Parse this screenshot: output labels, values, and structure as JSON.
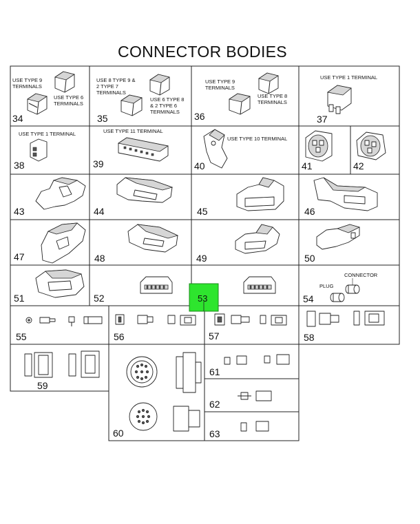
{
  "title": "CONNECTOR BODIES",
  "footer": "",
  "colors": {
    "highlight": "#2ee52e",
    "line": "#222222"
  },
  "cells": [
    {
      "id": "34",
      "notes": [
        "USE TYPE 9",
        "TERMINALS",
        "USE TYPE 6",
        "TERMINALS"
      ]
    },
    {
      "id": "35",
      "notes": [
        "USE 8 TYPE 9 &",
        "2 TYPE 7",
        "TERMINALS",
        "USE 6 TYPE 8",
        "& 2 TYPE 6",
        "TERMINALS"
      ]
    },
    {
      "id": "36",
      "notes": [
        "USE TYPE 9",
        "TERMINALS",
        "USE TYPE 8",
        "TERMINALS"
      ]
    },
    {
      "id": "37",
      "notes": [
        "USE TYPE 1 TERMINAL"
      ]
    },
    {
      "id": "38",
      "notes": [
        "USE TYPE 1 TERMINAL"
      ]
    },
    {
      "id": "39",
      "notes": [
        "USE TYPE 11 TERMINAL"
      ]
    },
    {
      "id": "40",
      "notes": [
        "USE TYPE 10 TERMINAL"
      ]
    },
    {
      "id": "41",
      "notes": []
    },
    {
      "id": "42",
      "notes": []
    },
    {
      "id": "43",
      "notes": []
    },
    {
      "id": "44",
      "notes": []
    },
    {
      "id": "45",
      "notes": []
    },
    {
      "id": "46",
      "notes": []
    },
    {
      "id": "47",
      "notes": []
    },
    {
      "id": "48",
      "notes": []
    },
    {
      "id": "49",
      "notes": []
    },
    {
      "id": "50",
      "notes": []
    },
    {
      "id": "51",
      "notes": []
    },
    {
      "id": "52",
      "notes": []
    },
    {
      "id": "53",
      "notes": []
    },
    {
      "id": "54",
      "notes": [
        "CONNECTOR",
        "PLUG"
      ]
    },
    {
      "id": "55",
      "notes": []
    },
    {
      "id": "56",
      "notes": []
    },
    {
      "id": "57",
      "notes": []
    },
    {
      "id": "58",
      "notes": []
    },
    {
      "id": "59",
      "notes": []
    },
    {
      "id": "60",
      "notes": []
    },
    {
      "id": "61",
      "notes": []
    },
    {
      "id": "62",
      "notes": []
    },
    {
      "id": "63",
      "notes": []
    }
  ]
}
